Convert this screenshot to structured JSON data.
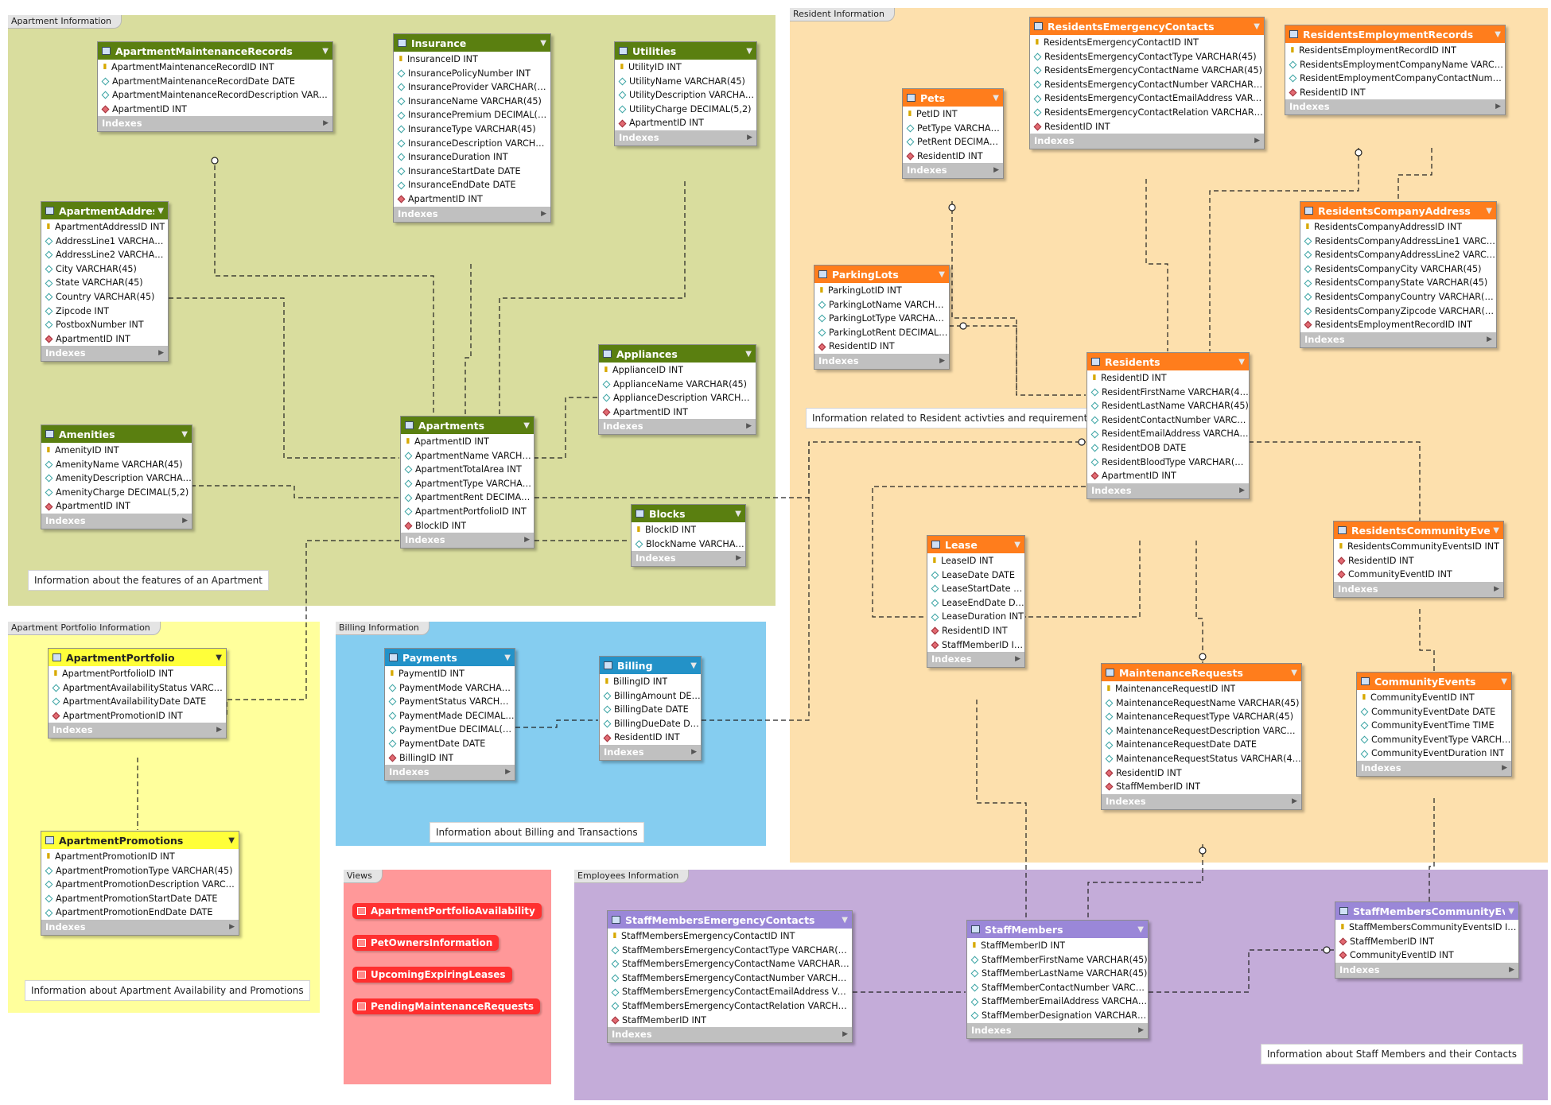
{
  "regions": [
    {
      "id": "apartment",
      "label": "Apartment Information",
      "color": "#d9dd9e"
    },
    {
      "id": "resident",
      "label": "Resident Information",
      "color": "#fde0ad"
    },
    {
      "id": "portfolio",
      "label": "Apartment Portfolio Information",
      "color": "#ffff9c"
    },
    {
      "id": "billing",
      "label": "Billing Information",
      "color": "#85cdf0"
    },
    {
      "id": "views",
      "label": "Views",
      "color": "#ff9899"
    },
    {
      "id": "employees",
      "label": "Employees Information",
      "color": "#c4acd9"
    }
  ],
  "notes": [
    {
      "id": "apartment",
      "text": "Information about the features of an Apartment"
    },
    {
      "id": "resident",
      "text": "Information related to Resident activties and requirements"
    },
    {
      "id": "portfolio",
      "text": "Information about Apartment Availability and Promotions"
    },
    {
      "id": "billing",
      "text": "Information about Billing and Transactions"
    },
    {
      "id": "employees",
      "text": "Information about Staff Members and their Contacts"
    }
  ],
  "header_colors": {
    "green": "#5a7f10",
    "orange": "#ff7d1c",
    "yellow": "#ffff3a",
    "blue": "#2392c8",
    "purple": "#9a87d8"
  },
  "indexes_label": "Indexes",
  "tables": [
    {
      "id": "ApartmentMaintenanceRecords",
      "name": "ApartmentMaintenanceRecords",
      "theme": "green",
      "cols": [
        {
          "k": "pk",
          "t": "ApartmentMaintenanceRecordID INT"
        },
        {
          "k": "nn",
          "t": "ApartmentMaintenanceRecordDate DATE"
        },
        {
          "k": "nn",
          "t": "ApartmentMaintenanceRecordDescription VARCHAR(250)"
        },
        {
          "k": "fk",
          "t": "ApartmentID INT"
        }
      ]
    },
    {
      "id": "Insurance",
      "name": "Insurance",
      "theme": "green",
      "cols": [
        {
          "k": "pk",
          "t": "InsuranceID INT"
        },
        {
          "k": "nn",
          "t": "InsurancePolicyNumber INT"
        },
        {
          "k": "nn",
          "t": "InsuranceProvider VARCHAR(45)"
        },
        {
          "k": "nn",
          "t": "InsuranceName VARCHAR(45)"
        },
        {
          "k": "nn",
          "t": "InsurancePremium DECIMAL(6,2)"
        },
        {
          "k": "nn",
          "t": "InsuranceType VARCHAR(45)"
        },
        {
          "k": "nn",
          "t": "InsuranceDescription VARCHAR(250)"
        },
        {
          "k": "nn",
          "t": "InsuranceDuration INT"
        },
        {
          "k": "nn",
          "t": "InsuranceStartDate DATE"
        },
        {
          "k": "nn",
          "t": "InsuranceEndDate DATE"
        },
        {
          "k": "fk",
          "t": "ApartmentID INT"
        }
      ]
    },
    {
      "id": "Utilities",
      "name": "Utilities",
      "theme": "green",
      "cols": [
        {
          "k": "pk",
          "t": "UtilityID INT"
        },
        {
          "k": "nn",
          "t": "UtilityName VARCHAR(45)"
        },
        {
          "k": "nn",
          "t": "UtilityDescription VARCHAR(250)"
        },
        {
          "k": "nn",
          "t": "UtilityCharge DECIMAL(5,2)"
        },
        {
          "k": "fk",
          "t": "ApartmentID INT"
        }
      ]
    },
    {
      "id": "ApartmentAddress",
      "name": "ApartmentAddress",
      "theme": "green",
      "cols": [
        {
          "k": "pk",
          "t": "ApartmentAddressID INT"
        },
        {
          "k": "nn",
          "t": "AddressLine1 VARCHAR(45)"
        },
        {
          "k": "nn",
          "t": "AddressLine2 VARCHAR(45)"
        },
        {
          "k": "nn",
          "t": "City VARCHAR(45)"
        },
        {
          "k": "nn",
          "t": "State VARCHAR(45)"
        },
        {
          "k": "nn",
          "t": "Country VARCHAR(45)"
        },
        {
          "k": "nn",
          "t": "Zipcode INT"
        },
        {
          "k": "nn",
          "t": "PostboxNumber INT"
        },
        {
          "k": "fk",
          "t": "ApartmentID INT"
        }
      ]
    },
    {
      "id": "Appliances",
      "name": "Appliances",
      "theme": "green",
      "cols": [
        {
          "k": "pk",
          "t": "ApplianceID INT"
        },
        {
          "k": "nn",
          "t": "ApplianceName VARCHAR(45)"
        },
        {
          "k": "nn",
          "t": "ApplianceDescription VARCHAR(250)"
        },
        {
          "k": "fk",
          "t": "ApartmentID INT"
        }
      ]
    },
    {
      "id": "Amenities",
      "name": "Amenities",
      "theme": "green",
      "cols": [
        {
          "k": "pk",
          "t": "AmenityID INT"
        },
        {
          "k": "nn",
          "t": "AmenityName VARCHAR(45)"
        },
        {
          "k": "nn",
          "t": "AmenityDescription VARCHAR(250)"
        },
        {
          "k": "nn",
          "t": "AmenityCharge DECIMAL(5,2)"
        },
        {
          "k": "fk",
          "t": "ApartmentID INT"
        }
      ]
    },
    {
      "id": "Apartments",
      "name": "Apartments",
      "theme": "green",
      "cols": [
        {
          "k": "pk",
          "t": "ApartmentID INT"
        },
        {
          "k": "nn",
          "t": "ApartmentName VARCHAR(4..."
        },
        {
          "k": "nn",
          "t": "ApartmentTotalArea INT"
        },
        {
          "k": "nn",
          "t": "ApartmentType VARCHAR(45)"
        },
        {
          "k": "nn",
          "t": "ApartmentRent DECIMAL(7,2)"
        },
        {
          "k": "nn",
          "t": "ApartmentPortfolioID INT"
        },
        {
          "k": "fk",
          "t": "BlockID INT"
        }
      ]
    },
    {
      "id": "Blocks",
      "name": "Blocks",
      "theme": "green",
      "cols": [
        {
          "k": "pk",
          "t": "BlockID INT"
        },
        {
          "k": "nn",
          "t": "BlockName VARCHAR(45)"
        }
      ]
    },
    {
      "id": "ResidentsEmergencyContacts",
      "name": "ResidentsEmergencyContacts",
      "theme": "orange",
      "cols": [
        {
          "k": "pk",
          "t": "ResidentsEmergencyContactID INT"
        },
        {
          "k": "nn",
          "t": "ResidentsEmergencyContactType VARCHAR(45)"
        },
        {
          "k": "nn",
          "t": "ResidentsEmergencyContactName VARCHAR(45)"
        },
        {
          "k": "nn",
          "t": "ResidentsEmergencyContactNumber VARCHAR(20)"
        },
        {
          "k": "nn",
          "t": "ResidentsEmergencyContactEmailAddress VARCHAR(45)"
        },
        {
          "k": "nn",
          "t": "ResidentsEmergencyContactRelation VARCHAR(45)"
        },
        {
          "k": "fk",
          "t": "ResidentID INT"
        }
      ]
    },
    {
      "id": "ResidentsEmploymentRecords",
      "name": "ResidentsEmploymentRecords",
      "theme": "orange",
      "cols": [
        {
          "k": "pk",
          "t": "ResidentsEmploymentRecordID INT"
        },
        {
          "k": "nn",
          "t": "ResidentsEmploymentCompanyName VARCHAR(45)"
        },
        {
          "k": "nn",
          "t": "ResidentEmploymentCompanyContactNumber VAR..."
        },
        {
          "k": "fk",
          "t": "ResidentID INT"
        }
      ]
    },
    {
      "id": "Pets",
      "name": "Pets",
      "theme": "orange",
      "cols": [
        {
          "k": "pk",
          "t": "PetID INT"
        },
        {
          "k": "nn",
          "t": "PetType VARCHAR(4..."
        },
        {
          "k": "nn",
          "t": "PetRent DECIMAL(5,2)"
        },
        {
          "k": "fk",
          "t": "ResidentID INT"
        }
      ]
    },
    {
      "id": "ResidentsCompanyAddress",
      "name": "ResidentsCompanyAddress",
      "theme": "orange",
      "cols": [
        {
          "k": "pk",
          "t": "ResidentsCompanyAddressID INT"
        },
        {
          "k": "nn",
          "t": "ResidentsCompanyAddressLine1 VARCHAR(45)"
        },
        {
          "k": "nn",
          "t": "ResidentsCompanyAddressLine2 VARCHAR(45)"
        },
        {
          "k": "nn",
          "t": "ResidentsCompanyCity VARCHAR(45)"
        },
        {
          "k": "nn",
          "t": "ResidentsCompanyState VARCHAR(45)"
        },
        {
          "k": "nn",
          "t": "ResidentsCompanyCountry VARCHAR(45)"
        },
        {
          "k": "nn",
          "t": "ResidentsCompanyZipcode VARCHAR(45)"
        },
        {
          "k": "fk",
          "t": "ResidentsEmploymentRecordID INT"
        }
      ]
    },
    {
      "id": "ParkingLots",
      "name": "ParkingLots",
      "theme": "orange",
      "cols": [
        {
          "k": "pk",
          "t": "ParkingLotID INT"
        },
        {
          "k": "nn",
          "t": "ParkingLotName VARCHAR(45)"
        },
        {
          "k": "nn",
          "t": "ParkingLotType VARCHAR(45)"
        },
        {
          "k": "nn",
          "t": "ParkingLotRent DECIMAL(5,2)"
        },
        {
          "k": "fk",
          "t": "ResidentID INT"
        }
      ]
    },
    {
      "id": "Residents",
      "name": "Residents",
      "theme": "orange",
      "cols": [
        {
          "k": "pk",
          "t": "ResidentID INT"
        },
        {
          "k": "nn",
          "t": "ResidentFirstName VARCHAR(45)"
        },
        {
          "k": "nn",
          "t": "ResidentLastName VARCHAR(45)"
        },
        {
          "k": "nn",
          "t": "ResidentContactNumber VARCHAR(20)"
        },
        {
          "k": "nn",
          "t": "ResidentEmailAddress VARCHAR(45)"
        },
        {
          "k": "nn",
          "t": "ResidentDOB DATE"
        },
        {
          "k": "nn",
          "t": "ResidentBloodType VARCHAR(45)"
        },
        {
          "k": "fk",
          "t": "ApartmentID INT"
        }
      ]
    },
    {
      "id": "Lease",
      "name": "Lease",
      "theme": "orange",
      "cols": [
        {
          "k": "pk",
          "t": "LeaseID INT"
        },
        {
          "k": "nn",
          "t": "LeaseDate DATE"
        },
        {
          "k": "nn",
          "t": "LeaseStartDate DATE"
        },
        {
          "k": "nn",
          "t": "LeaseEndDate DATE"
        },
        {
          "k": "nn",
          "t": "LeaseDuration INT"
        },
        {
          "k": "fk",
          "t": "ResidentID INT"
        },
        {
          "k": "fk",
          "t": "StaffMemberID INT"
        }
      ]
    },
    {
      "id": "ResidentsCommunityEvents",
      "name": "ResidentsCommunityEvents",
      "theme": "orange",
      "cols": [
        {
          "k": "pk",
          "t": "ResidentsCommunityEventsID INT"
        },
        {
          "k": "fk",
          "t": "ResidentID INT"
        },
        {
          "k": "fk",
          "t": "CommunityEventID INT"
        }
      ]
    },
    {
      "id": "MaintenanceRequests",
      "name": "MaintenanceRequests",
      "theme": "orange",
      "cols": [
        {
          "k": "pk",
          "t": "MaintenanceRequestID INT"
        },
        {
          "k": "nn",
          "t": "MaintenanceRequestName VARCHAR(45)"
        },
        {
          "k": "nn",
          "t": "MaintenanceRequestType VARCHAR(45)"
        },
        {
          "k": "nn",
          "t": "MaintenanceRequestDescription VARCHAR(250)"
        },
        {
          "k": "nn",
          "t": "MaintenanceRequestDate DATE"
        },
        {
          "k": "nn",
          "t": "MaintenanceRequestStatus VARCHAR(45)"
        },
        {
          "k": "fk",
          "t": "ResidentID INT"
        },
        {
          "k": "fk",
          "t": "StaffMemberID INT"
        }
      ]
    },
    {
      "id": "CommunityEvents",
      "name": "CommunityEvents",
      "theme": "orange",
      "cols": [
        {
          "k": "pk",
          "t": "CommunityEventID INT"
        },
        {
          "k": "nn",
          "t": "CommunityEventDate DATE"
        },
        {
          "k": "nn",
          "t": "CommunityEventTime TIME"
        },
        {
          "k": "nn",
          "t": "CommunityEventType VARCHAR(45)"
        },
        {
          "k": "nn",
          "t": "CommunityEventDuration INT"
        }
      ]
    },
    {
      "id": "ApartmentPortfolio",
      "name": "ApartmentPortfolio",
      "theme": "yellow",
      "cols": [
        {
          "k": "pk",
          "t": "ApartmentPortfolioID INT"
        },
        {
          "k": "nn",
          "t": "ApartmentAvailabilityStatus VARCHAR(45)"
        },
        {
          "k": "nn",
          "t": "ApartmentAvailabilityDate DATE"
        },
        {
          "k": "fk",
          "t": "ApartmentPromotionID INT"
        }
      ]
    },
    {
      "id": "ApartmentPromotions",
      "name": "ApartmentPromotions",
      "theme": "yellow",
      "cols": [
        {
          "k": "pk",
          "t": "ApartmentPromotionID INT"
        },
        {
          "k": "nn",
          "t": "ApartmentPromotionType VARCHAR(45)"
        },
        {
          "k": "nn",
          "t": "ApartmentPromotionDescription VARCHAR(2..."
        },
        {
          "k": "nn",
          "t": "ApartmentPromotionStartDate DATE"
        },
        {
          "k": "nn",
          "t": "ApartmentPromotionEndDate DATE"
        }
      ]
    },
    {
      "id": "Payments",
      "name": "Payments",
      "theme": "blue",
      "cols": [
        {
          "k": "pk",
          "t": "PaymentID INT"
        },
        {
          "k": "nn",
          "t": "PaymentMode VARCHAR(45)"
        },
        {
          "k": "nn",
          "t": "PaymentStatus VARCHAR(45)"
        },
        {
          "k": "nn",
          "t": "PaymentMade DECIMAL(8,2)"
        },
        {
          "k": "nn",
          "t": "PaymentDue DECIMAL(8,2)"
        },
        {
          "k": "nn",
          "t": "PaymentDate DATE"
        },
        {
          "k": "fk",
          "t": "BillingID INT"
        }
      ]
    },
    {
      "id": "Billing",
      "name": "Billing",
      "theme": "blue",
      "cols": [
        {
          "k": "pk",
          "t": "BillingID INT"
        },
        {
          "k": "nn",
          "t": "BillingAmount DECI..."
        },
        {
          "k": "nn",
          "t": "BillingDate DATE"
        },
        {
          "k": "nn",
          "t": "BillingDueDate DATE"
        },
        {
          "k": "fk",
          "t": "ResidentID INT"
        }
      ]
    },
    {
      "id": "StaffMembersEmergencyContacts",
      "name": "StaffMembersEmergencyContacts",
      "theme": "purple",
      "cols": [
        {
          "k": "pk",
          "t": "StaffMembersEmergencyContactID INT"
        },
        {
          "k": "nn",
          "t": "StaffMembersEmergencyContactType VARCHAR(45)"
        },
        {
          "k": "nn",
          "t": "StaffMembersEmergencyContactName VARCHAR(45)"
        },
        {
          "k": "nn",
          "t": "StaffMembersEmergencyContactNumber VARCHAR(20)"
        },
        {
          "k": "nn",
          "t": "StaffMembersEmergencyContactEmailAddress VARCHAR(..."
        },
        {
          "k": "nn",
          "t": "StaffMembersEmergencyContactRelation VARCHAR(45)"
        },
        {
          "k": "fk",
          "t": "StaffMemberID INT"
        }
      ]
    },
    {
      "id": "StaffMembers",
      "name": "StaffMembers",
      "theme": "purple",
      "cols": [
        {
          "k": "pk",
          "t": "StaffMemberID INT"
        },
        {
          "k": "nn",
          "t": "StaffMemberFirstName VARCHAR(45)"
        },
        {
          "k": "nn",
          "t": "StaffMemberLastName VARCHAR(45)"
        },
        {
          "k": "nn",
          "t": "StaffMemberContactNumber VARCHAR(20)"
        },
        {
          "k": "nn",
          "t": "StaffMemberEmailAddress VARCHAR(45)"
        },
        {
          "k": "nn",
          "t": "StaffMemberDesignation VARCHAR(45)"
        }
      ]
    },
    {
      "id": "StaffMembersCommunityEvents",
      "name": "StaffMembersCommunityEvents",
      "theme": "purple",
      "cols": [
        {
          "k": "pk",
          "t": "StaffMembersCommunityEventsID INT"
        },
        {
          "k": "fk",
          "t": "StaffMemberID INT"
        },
        {
          "k": "fk",
          "t": "CommunityEventID INT"
        }
      ]
    }
  ],
  "views": [
    {
      "id": "v1",
      "label": "ApartmentPortfolioAvailability"
    },
    {
      "id": "v2",
      "label": "PetOwnersInformation"
    },
    {
      "id": "v3",
      "label": "UpcomingExpiringLeases"
    },
    {
      "id": "v4",
      "label": "PendingMaintenanceRequests"
    }
  ]
}
